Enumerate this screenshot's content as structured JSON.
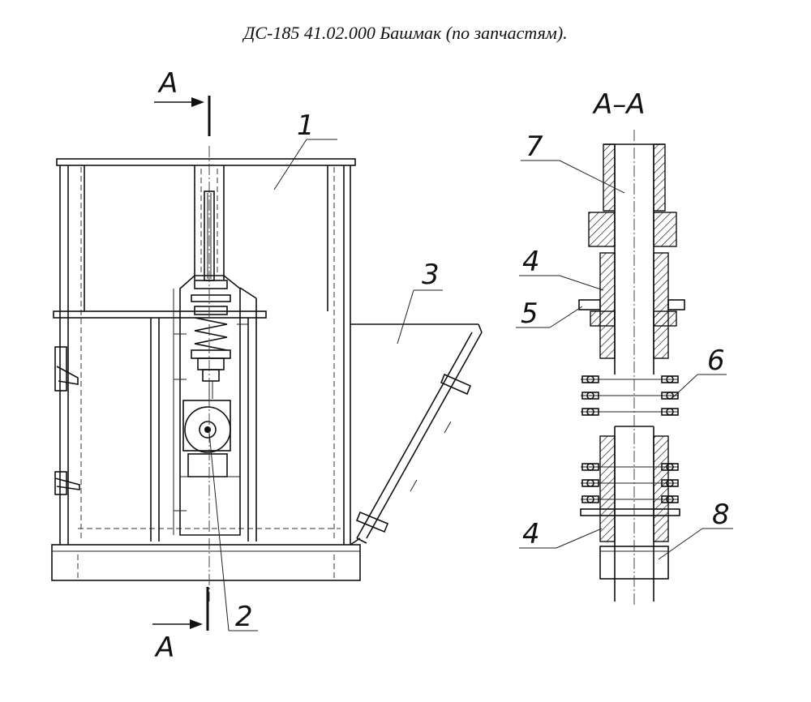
{
  "title": "ДС-185 41.02.000  Башмак (по запчастям).",
  "section_marker": "А",
  "section_view_title": "А–А",
  "callouts": {
    "n1": "1",
    "n2": "2",
    "n3": "3",
    "n4a": "4",
    "n4b": "4",
    "n5": "5",
    "n6": "6",
    "n7": "7",
    "n8": "8"
  }
}
